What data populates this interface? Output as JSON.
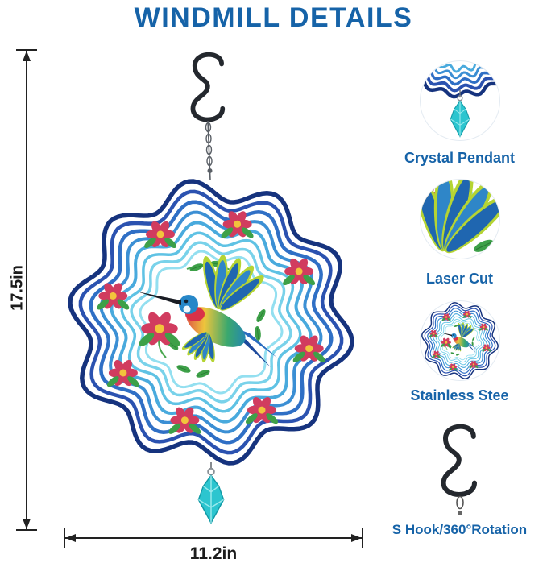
{
  "title": "WINDMILL DETAILS",
  "dimensions": {
    "height": "17.5in",
    "width": "11.2in"
  },
  "features": [
    {
      "label": "Crystal Pendant"
    },
    {
      "label": "Laser Cut"
    },
    {
      "label": "Stainless Stee"
    },
    {
      "label": "S Hook/360°Rotation"
    }
  ],
  "colors": {
    "label_blue": "#1663a8",
    "dimension_text": "#1c1c1c",
    "crystal_teal": "#2cc5cf",
    "hook_dark": "#24282e",
    "ring_blues": [
      "#16337e",
      "#2b52b0",
      "#2f6fc5",
      "#3b8fd4",
      "#49aadd",
      "#5fc2e4",
      "#79d2ea",
      "#93dff0"
    ]
  }
}
